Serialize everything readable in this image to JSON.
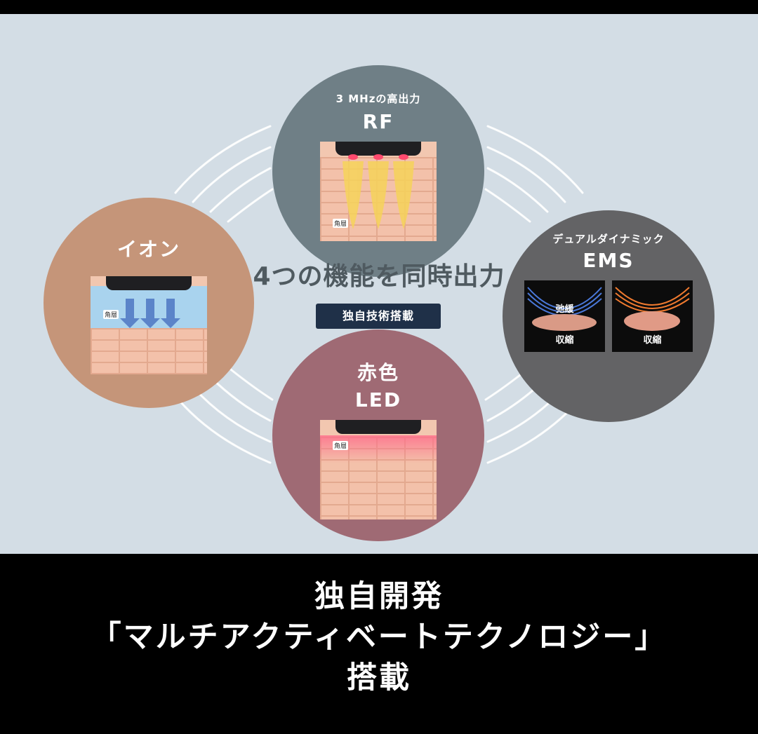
{
  "rf": {
    "subtitle": "3 MHzの高出力",
    "title": "RF",
    "tag": "角層"
  },
  "ion": {
    "title": "イオン",
    "tag": "角層"
  },
  "ems": {
    "subtitle": "デュアルダイナミック",
    "title": "EMS",
    "label_relax": "弛緩",
    "label_contract_1": "収縮",
    "label_contract_2": "収縮"
  },
  "led": {
    "title_line1": "赤色",
    "title_line2": "LED",
    "tag": "角層"
  },
  "center": {
    "title": "4つの機能を同時出力",
    "badge": "独自技術搭載"
  },
  "footer": {
    "line1": "独自開発",
    "line2": "「マルチアクティベートテクノロジー」",
    "line3": "搭載"
  },
  "colors": {
    "background": "#d3dde5",
    "rf": "#6f7f86",
    "ion": "#c59579",
    "ems": "#636365",
    "led": "#9f6a74",
    "badge": "#1f3048",
    "footer": "#000000"
  },
  "icons": [
    "device-head-icon",
    "down-arrow-icon",
    "rf-wave-icon",
    "ems-arc-icon"
  ]
}
